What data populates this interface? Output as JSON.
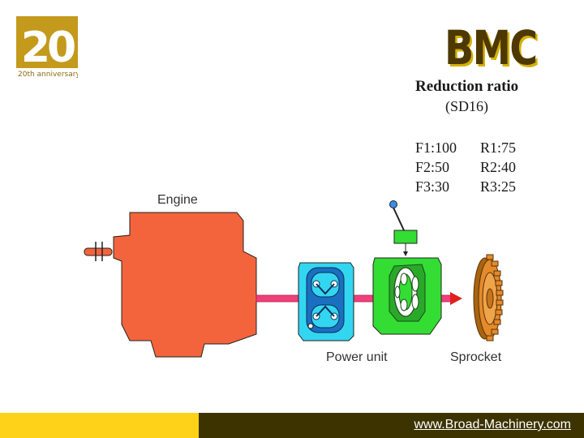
{
  "logo": {
    "anniversary_number": "20",
    "anniversary_text": "20th anniversary",
    "brand": "BMC"
  },
  "heading": {
    "line1": "Reduction ratio",
    "line2": "(SD16)"
  },
  "ratios": {
    "forward": [
      "F1:100",
      "F2:50",
      "F3:30"
    ],
    "reverse": [
      "R1:75",
      "R2:40",
      "R3:25"
    ]
  },
  "labels": {
    "engine": "Engine",
    "power_unit": "Power unit",
    "sprocket": "Sprocket"
  },
  "footer": {
    "url": "www.Broad-Machinery.com"
  },
  "colors": {
    "engine": "#f4643c",
    "power_unit": "#33d6f0",
    "transmission": "#33dd33",
    "sprocket": "#e58a2a",
    "shaft": "#f0407a",
    "bar_gold": "#ffd21a",
    "bar_dark": "#3d3300"
  }
}
